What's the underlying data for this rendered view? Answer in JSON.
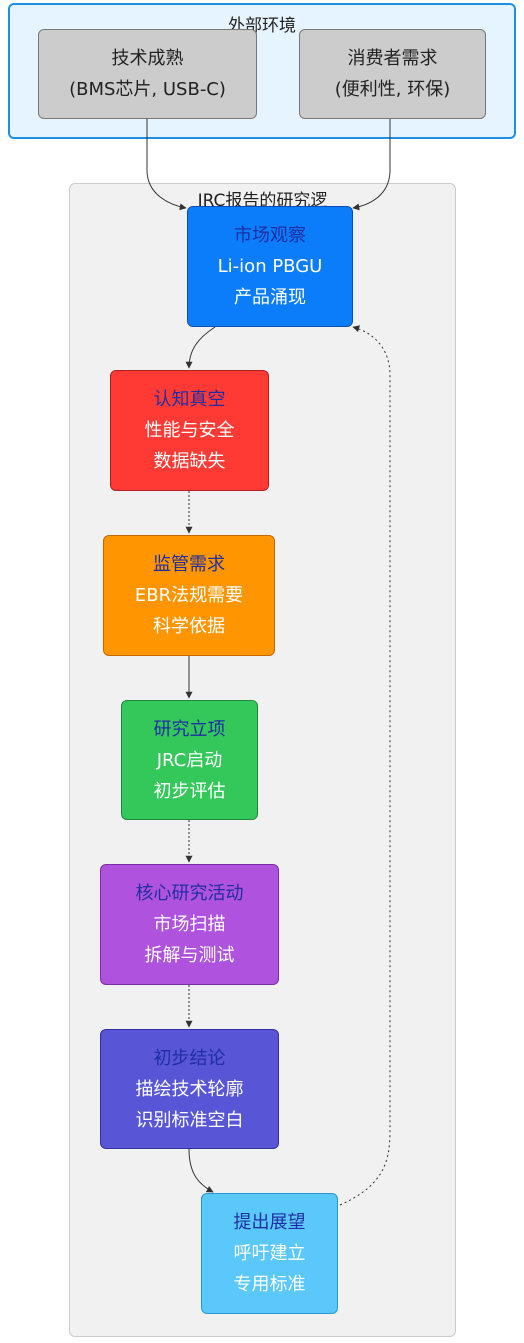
{
  "clusters": {
    "external": {
      "title": "外部环境"
    },
    "jrc": {
      "title": "JRC报告的研究逻"
    }
  },
  "external_nodes": [
    {
      "id": "tech",
      "lines": [
        "技术成熟",
        "(BMS芯片, USB-C)"
      ]
    },
    {
      "id": "consumer",
      "lines": [
        "消费者需求",
        "(便利性, 环保)"
      ]
    }
  ],
  "flow_nodes": [
    {
      "id": "market",
      "title": "市场观察",
      "lines": [
        "Li-ion PBGU",
        "产品涌现"
      ],
      "color": "#0b7dfa",
      "border": "#0a4fb0"
    },
    {
      "id": "gap",
      "title": "认知真空",
      "lines": [
        "性能与安全",
        "数据缺失"
      ],
      "color": "#ff3a35",
      "border": "#b02020"
    },
    {
      "id": "regulation",
      "title": "监管需求",
      "lines": [
        "EBR法规需要",
        "科学依据"
      ],
      "color": "#ff9500",
      "border": "#c06a00"
    },
    {
      "id": "project",
      "title": "研究立项",
      "lines": [
        "JRC启动",
        "初步评估"
      ],
      "color": "#34c759",
      "border": "#1f8a3a"
    },
    {
      "id": "core",
      "title": "核心研究活动",
      "lines": [
        "市场扫描",
        "拆解与测试"
      ],
      "color": "#af52de",
      "border": "#7a2fa8"
    },
    {
      "id": "prelim",
      "title": "初步结论",
      "lines": [
        "描绘技术轮廓",
        "识别标准空白"
      ],
      "color": "#5856d6",
      "border": "#3330a0"
    },
    {
      "id": "outlook",
      "title": "提出展望",
      "lines": [
        "呼吁建立",
        "专用标准"
      ],
      "color": "#5ac8fa",
      "border": "#2a98d0"
    }
  ]
}
